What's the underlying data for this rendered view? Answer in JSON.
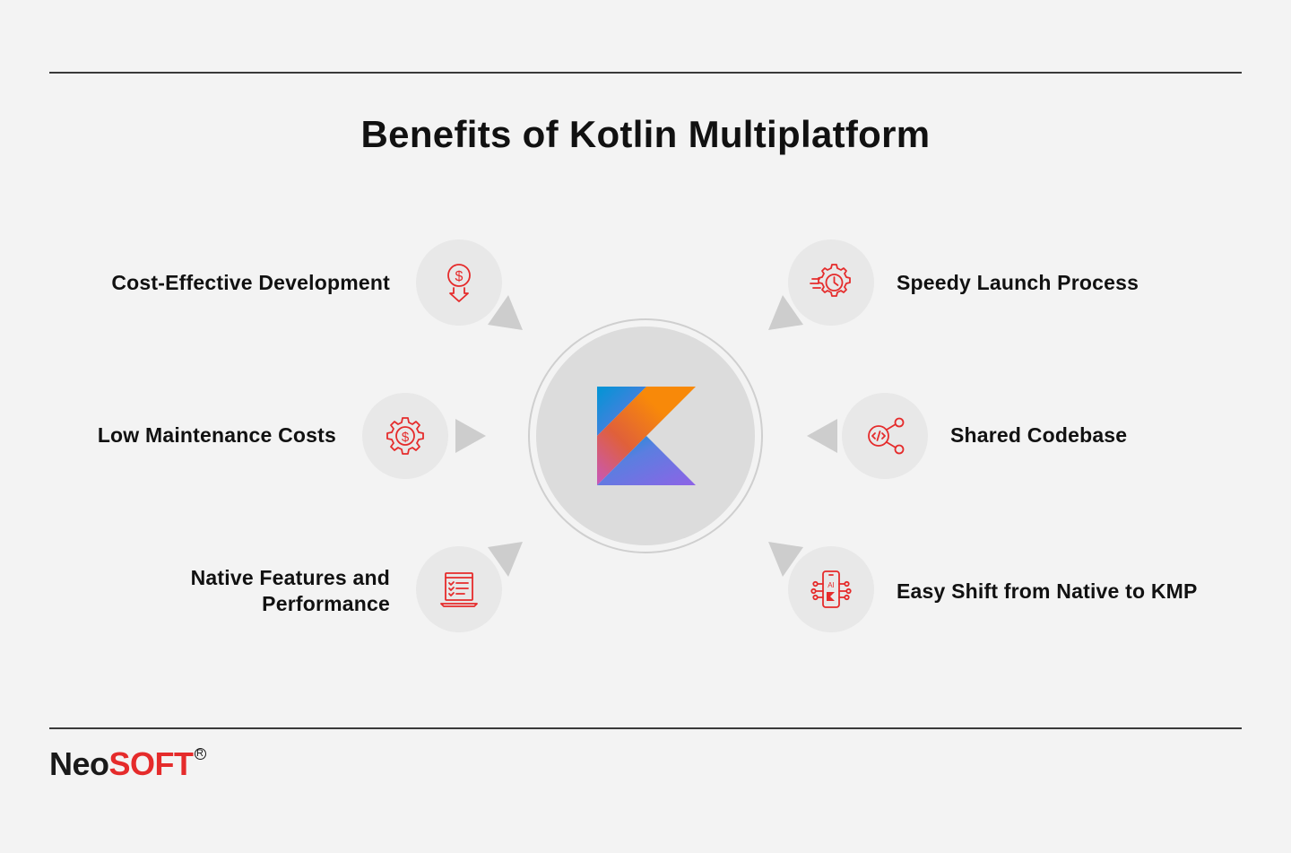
{
  "title": "Benefits of Kotlin Multiplatform",
  "accent_color": "#e52b2b",
  "center": {
    "logo": "kotlin-logo"
  },
  "benefits": [
    {
      "label_lines": [
        "Cost-Effective Development"
      ],
      "icon": "dollar-down-icon"
    },
    {
      "label_lines": [
        "Low Maintenance Costs"
      ],
      "icon": "gear-dollar-icon"
    },
    {
      "label_lines": [
        "Native Features and",
        "Performance"
      ],
      "icon": "laptop-checklist-icon"
    },
    {
      "label_lines": [
        "Speedy Launch Process"
      ],
      "icon": "gear-stopwatch-icon"
    },
    {
      "label_lines": [
        "Shared Codebase"
      ],
      "icon": "code-share-icon"
    },
    {
      "label_lines": [
        "Easy Shift from Native to KMP"
      ],
      "icon": "phone-ai-circuit-icon"
    }
  ],
  "phone_icon_text": "AI",
  "brand": {
    "part1": "Neo",
    "part2": "SOFT",
    "registered": "R"
  }
}
